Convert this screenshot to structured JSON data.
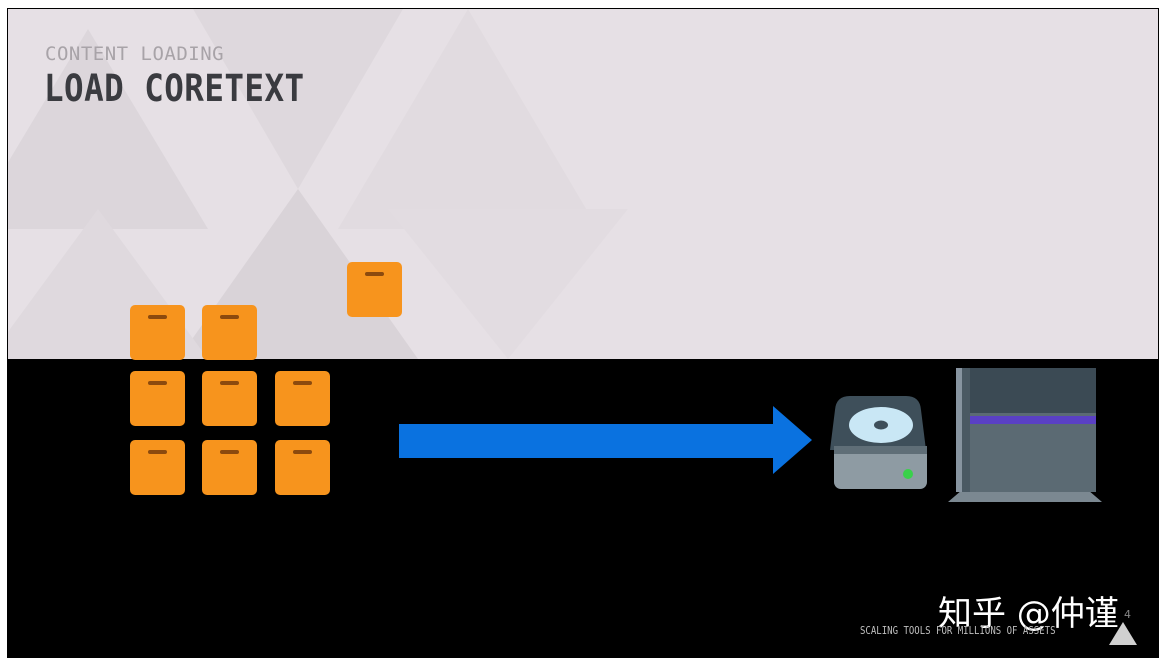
{
  "slide": {
    "section_label": "CONTENT LOADING",
    "title": "LOAD CORETEXT",
    "footer": "SCALING TOOLS FOR MILLIONS OF ASSETS",
    "page_number": "4"
  },
  "watermark": "知乎 @仲谨",
  "icons": {
    "asset": "package-box-icon",
    "arrow": "right-arrow-icon",
    "storage": "disk-drive-icon",
    "target": "game-console-icon",
    "logo": "triangle-logo-icon"
  },
  "colors": {
    "box": "#f7941d",
    "box_handle": "#8c4a0e",
    "arrow": "#0a72e0",
    "top_background": "#e6e0e5",
    "bottom_background": "#000000",
    "title": "#3a3b40",
    "subtitle": "#a8a3a8"
  }
}
